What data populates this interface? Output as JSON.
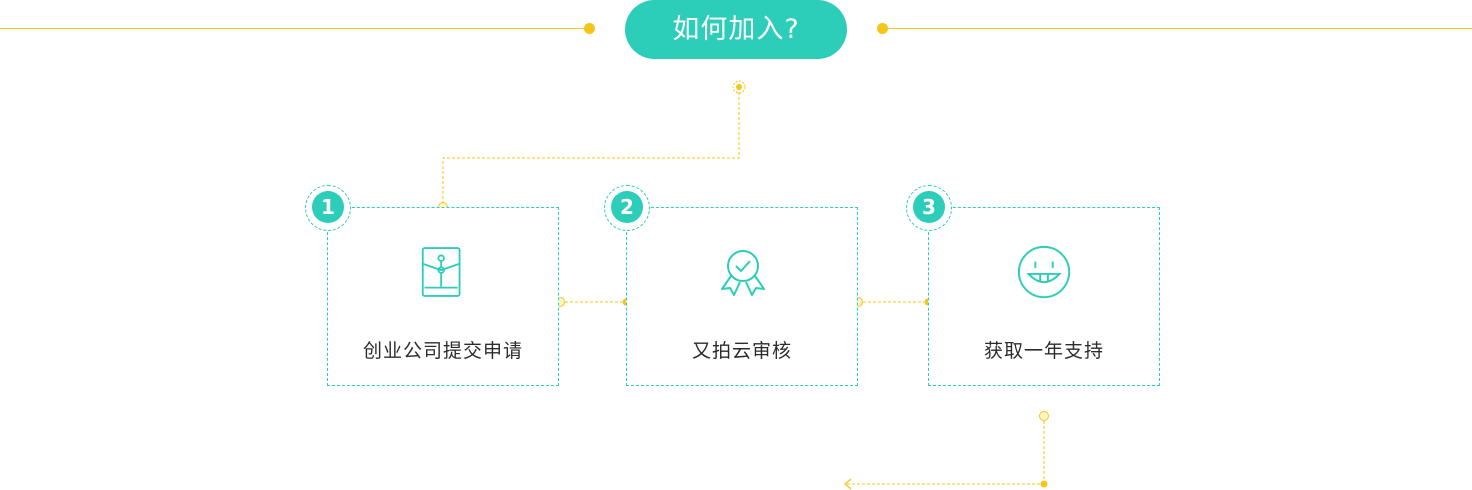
{
  "header": {
    "title": "如何加入?"
  },
  "steps": [
    {
      "number": "1",
      "label": "创业公司提交申请",
      "icon": "envelope-icon"
    },
    {
      "number": "2",
      "label": "又拍云审核",
      "icon": "award-icon"
    },
    {
      "number": "3",
      "label": "获取一年支持",
      "icon": "smiley-icon"
    }
  ],
  "colors": {
    "accent": "#2ccdb9",
    "connector": "#f5c518",
    "text": "#2c2c2c"
  }
}
